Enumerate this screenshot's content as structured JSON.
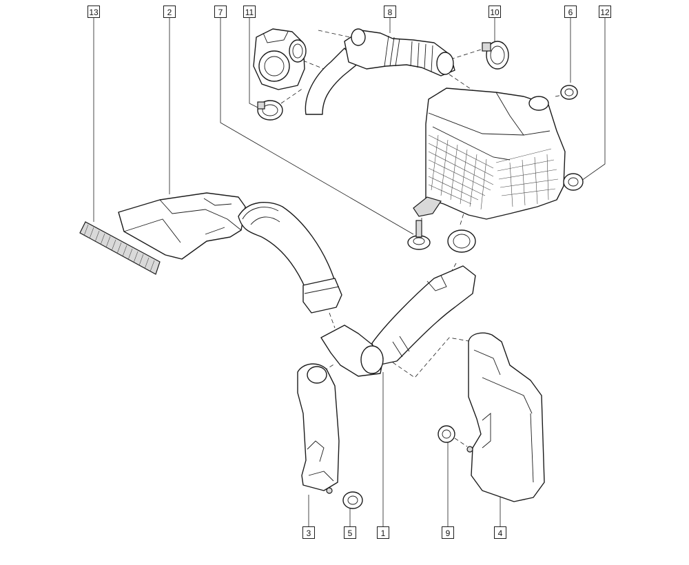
{
  "callouts": [
    {
      "id": "13",
      "label": "13"
    },
    {
      "id": "2",
      "label": "2"
    },
    {
      "id": "7",
      "label": "7"
    },
    {
      "id": "11",
      "label": "11"
    },
    {
      "id": "8",
      "label": "8"
    },
    {
      "id": "10",
      "label": "10"
    },
    {
      "id": "6",
      "label": "6"
    },
    {
      "id": "12",
      "label": "12"
    },
    {
      "id": "3",
      "label": "3"
    },
    {
      "id": "5",
      "label": "5"
    },
    {
      "id": "1",
      "label": "1"
    },
    {
      "id": "9",
      "label": "9"
    },
    {
      "id": "4",
      "label": "4"
    }
  ]
}
